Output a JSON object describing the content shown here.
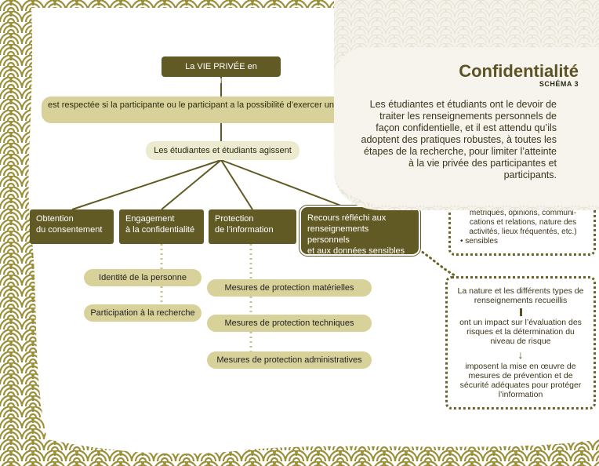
{
  "title_node": "La VIE PRIVÉE en recherche...",
  "respect_node": "est respectée si la participante ou le participant a la possibilité d’exercer un contrôle sur ses renseignements personnels en donnant ou en refusant de donner son",
  "students_node": "Les étudiantes et étudiants agissent",
  "categories": [
    {
      "label": "Obtention du consentement",
      "line1": "Obtention",
      "line2": "du consentement"
    },
    {
      "label": "Engagement à la confidentialité",
      "line1": "Engagement",
      "line2": "à la confidentialité"
    },
    {
      "label": "Protection de l’information",
      "line1": "Protection",
      "line2": "de l’information"
    },
    {
      "label": "Recours réfléchi aux renseignements personnels et aux données sensibles",
      "line1": "Recours réfléchi aux",
      "line2": "renseignements personnels",
      "line3": "et aux données sensibles"
    }
  ],
  "subitems": {
    "identity": "Identité de la personne",
    "participation": "Participation à la recherche",
    "material": "Mesures de protection matérielles",
    "technical": "Mesures de protection techniques",
    "administrative": "Mesures de protection administratives"
  },
  "confidentiality_panel": {
    "title": "Confidentialité",
    "subtitle": "SCHÉMA 3",
    "body": "Les étudiantes et étudiants ont le devoir de traiter les renseignements personnels de façon confidentielle, et il est attendu qu’ils adoptent des pratiques robustes, à toutes les étapes de la recherche, pour limiter l’atteinte à la vie privée des participantes et participants."
  },
  "side_box": {
    "text": "métriques, opinions, communi-cations et relations, nature des activités, lieux fréquentés, etc.)",
    "bullet": "• sensibles"
  },
  "flow_box": {
    "step1": "La nature et les différents types de renseignements recueillis",
    "step2": "ont un impact sur l’évaluation des risques et la détermination du niveau de risque",
    "step3": "imposent la mise en œuvre de mesures de prévention et de sécurité adéquates pour protéger l’information"
  },
  "colors": {
    "dark_olive": "#625a24",
    "light_olive": "#d8d29a",
    "pale_olive": "#ecebd0",
    "pattern": "#9c8f3a",
    "panel_bg": "#f4f2ea"
  }
}
